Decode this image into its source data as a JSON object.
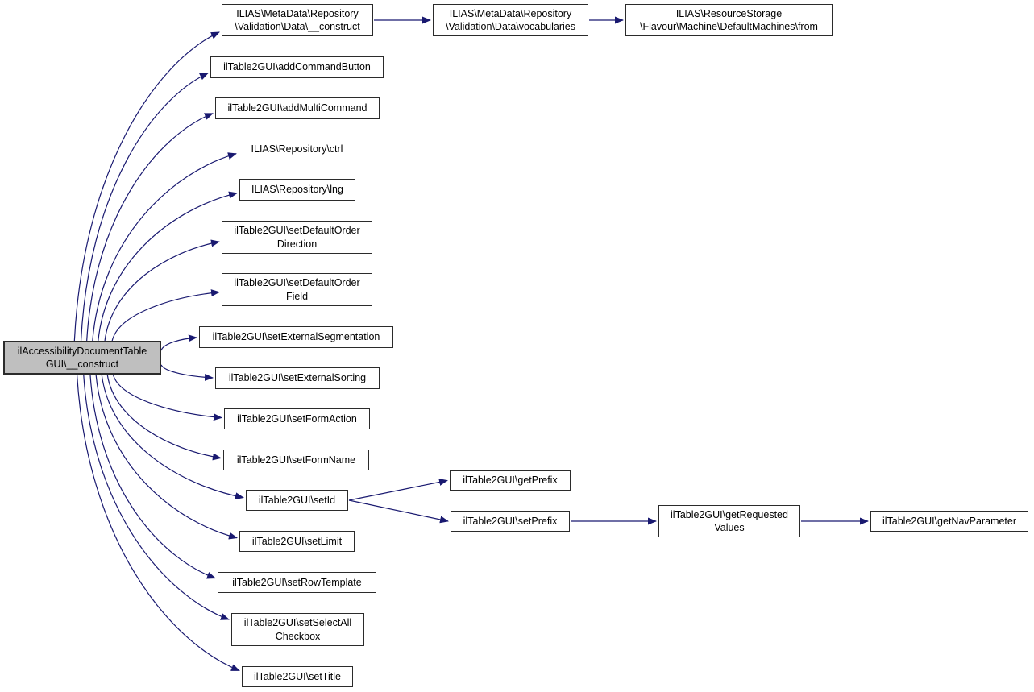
{
  "graph": {
    "type": "call-graph",
    "colors": {
      "background": "#ffffff",
      "edge": "#191970",
      "node_border": "#2b2b2b",
      "node_fill": "#ffffff",
      "highlight_fill": "#bfbfbf",
      "text": "#000000"
    },
    "nodes": {
      "main": {
        "label": "ilAccessibilityDocumentTable\nGUI\\__construct",
        "highlighted": true
      },
      "n1": {
        "label": "ILIAS\\MetaData\\Repository\n\\Validation\\Data\\__construct"
      },
      "n2": {
        "label": "ilTable2GUI\\addCommandButton"
      },
      "n3": {
        "label": "ilTable2GUI\\addMultiCommand"
      },
      "n4": {
        "label": "ILIAS\\Repository\\ctrl"
      },
      "n5": {
        "label": "ILIAS\\Repository\\lng"
      },
      "n6": {
        "label": "ilTable2GUI\\setDefaultOrder\nDirection"
      },
      "n7": {
        "label": "ilTable2GUI\\setDefaultOrder\nField"
      },
      "n8": {
        "label": "ilTable2GUI\\setExternalSegmentation"
      },
      "n9": {
        "label": "ilTable2GUI\\setExternalSorting"
      },
      "n10": {
        "label": "ilTable2GUI\\setFormAction"
      },
      "n11": {
        "label": "ilTable2GUI\\setFormName"
      },
      "n12": {
        "label": "ilTable2GUI\\setId"
      },
      "n13": {
        "label": "ilTable2GUI\\setLimit"
      },
      "n14": {
        "label": "ilTable2GUI\\setRowTemplate"
      },
      "n15": {
        "label": "ilTable2GUI\\setSelectAll\nCheckbox"
      },
      "n16": {
        "label": "ilTable2GUI\\setTitle"
      },
      "n17": {
        "label": "ILIAS\\MetaData\\Repository\n\\Validation\\Data\\vocabularies"
      },
      "n18": {
        "label": "ilTable2GUI\\getPrefix"
      },
      "n19": {
        "label": "ilTable2GUI\\setPrefix"
      },
      "n20": {
        "label": "ILIAS\\ResourceStorage\n\\Flavour\\Machine\\DefaultMachines\\from"
      },
      "n21": {
        "label": "ilTable2GUI\\getRequested\nValues"
      },
      "n22": {
        "label": "ilTable2GUI\\getNavParameter"
      }
    },
    "edges": [
      {
        "from": "main",
        "to": "n1"
      },
      {
        "from": "main",
        "to": "n2"
      },
      {
        "from": "main",
        "to": "n3"
      },
      {
        "from": "main",
        "to": "n4"
      },
      {
        "from": "main",
        "to": "n5"
      },
      {
        "from": "main",
        "to": "n6"
      },
      {
        "from": "main",
        "to": "n7"
      },
      {
        "from": "main",
        "to": "n8"
      },
      {
        "from": "main",
        "to": "n9"
      },
      {
        "from": "main",
        "to": "n10"
      },
      {
        "from": "main",
        "to": "n11"
      },
      {
        "from": "main",
        "to": "n12"
      },
      {
        "from": "main",
        "to": "n13"
      },
      {
        "from": "main",
        "to": "n14"
      },
      {
        "from": "main",
        "to": "n15"
      },
      {
        "from": "main",
        "to": "n16"
      },
      {
        "from": "n1",
        "to": "n17"
      },
      {
        "from": "n17",
        "to": "n20"
      },
      {
        "from": "n12",
        "to": "n18"
      },
      {
        "from": "n12",
        "to": "n19"
      },
      {
        "from": "n19",
        "to": "n21"
      },
      {
        "from": "n21",
        "to": "n22"
      }
    ]
  }
}
